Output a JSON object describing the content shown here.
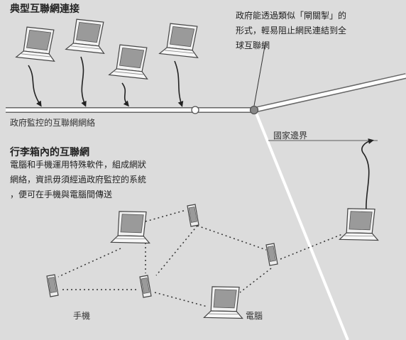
{
  "top_section": {
    "title": "典型互聯網連接",
    "note_lines": [
      "政府能透過類似「閘關掣」的",
      "形式，輕易阻止網民連結到全",
      "球互聯網"
    ],
    "gov_network_label": "政府監控的互聯網網絡"
  },
  "border_label": "國家邊界",
  "mesh_section": {
    "title": "行李箱內的互聯網",
    "desc_lines": [
      "電腦和手機運用特殊軟件，組成網狀",
      "網絡，資訊毋須經過政府監控的系統",
      "，便可在手機與電腦間傳送"
    ],
    "phone_label": "手機",
    "computer_label": "電腦"
  },
  "icons": {
    "laptop": "laptop-icon",
    "phone": "phone-icon",
    "gate": "gate-switch-icon",
    "arrow": "curved-arrow-icon"
  },
  "colors": {
    "background": "#dcdcdc",
    "line": "#ffffff",
    "line_outline": "#666666",
    "laptop_body": "#f2f2f2",
    "laptop_screen": "#9a9a9a",
    "gate": "#888888"
  }
}
